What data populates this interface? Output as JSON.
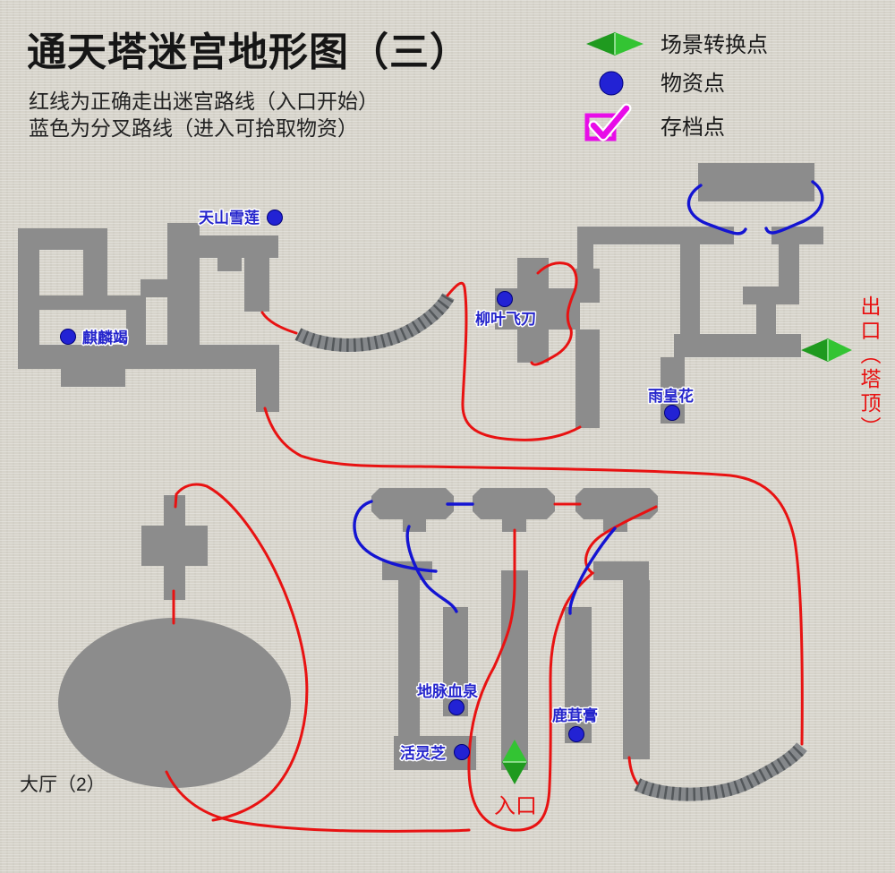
{
  "title": "通天塔迷宫地形图（三）",
  "subtitle_line1": "红线为正确走出迷宫路线（入口开始）",
  "subtitle_line2": "蓝色为分叉路线（进入可拾取物资）",
  "legend": {
    "scene_transition": "场景转换点",
    "supply_point": "物资点",
    "save_point": "存档点"
  },
  "map": {
    "items": {
      "tianshan_xuelian": "天山雪莲",
      "qilin_jie": "麒麟竭",
      "liuye_feidao": "柳叶飞刀",
      "yuhuang_hua": "雨皇花",
      "dimai_xuequan": "地脉血泉",
      "huo_lingzhi": "活灵芝",
      "lurong_gao": "鹿茸膏"
    },
    "exit_label": "出口（塔顶）",
    "entrance_label": "入口",
    "hall_label": "大厅（2）"
  },
  "colors": {
    "background": "#d6d3ca",
    "corridor": "#8c8c8c",
    "route_correct_red": "#e81212",
    "route_branch_blue": "#1414d2",
    "item_blue": "#2222d4",
    "transition_green": "#2db52d",
    "save_magenta": "#e80ce8",
    "stair_band": "#85888b",
    "stair_rung": "#54585b"
  }
}
